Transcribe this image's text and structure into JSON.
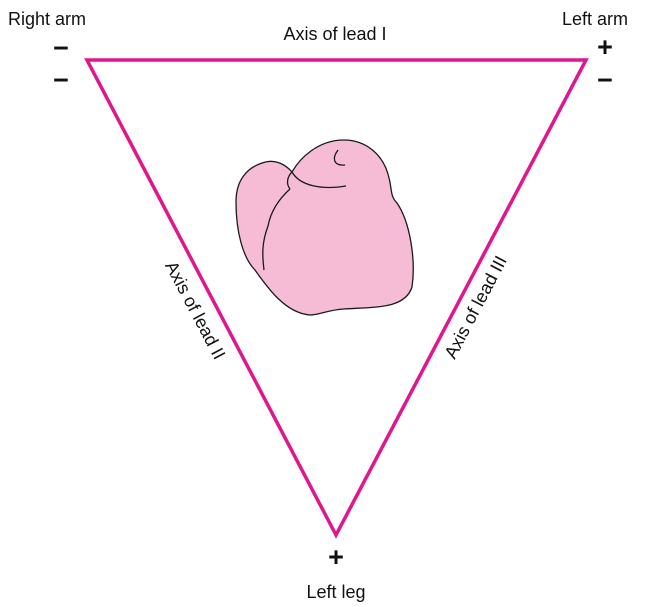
{
  "colors": {
    "triangle": "#e0168c",
    "heart_fill": "#f6bcd5",
    "heart_outline": "#1a1a1a",
    "text": "#111111",
    "background": "#ffffff"
  },
  "electrodes": {
    "right_arm": {
      "label": "Right arm",
      "sign_top": "−",
      "sign_bottom": "−"
    },
    "left_arm": {
      "label": "Left arm",
      "sign_top": "+",
      "sign_bottom": "−"
    },
    "left_leg": {
      "label": "Left leg",
      "sign": "+"
    }
  },
  "axes": {
    "lead_1": "Axis of lead I",
    "lead_2": "Axis of lead II",
    "lead_3": "Axis of lead III"
  },
  "icons": {
    "heart": "heart-icon"
  }
}
